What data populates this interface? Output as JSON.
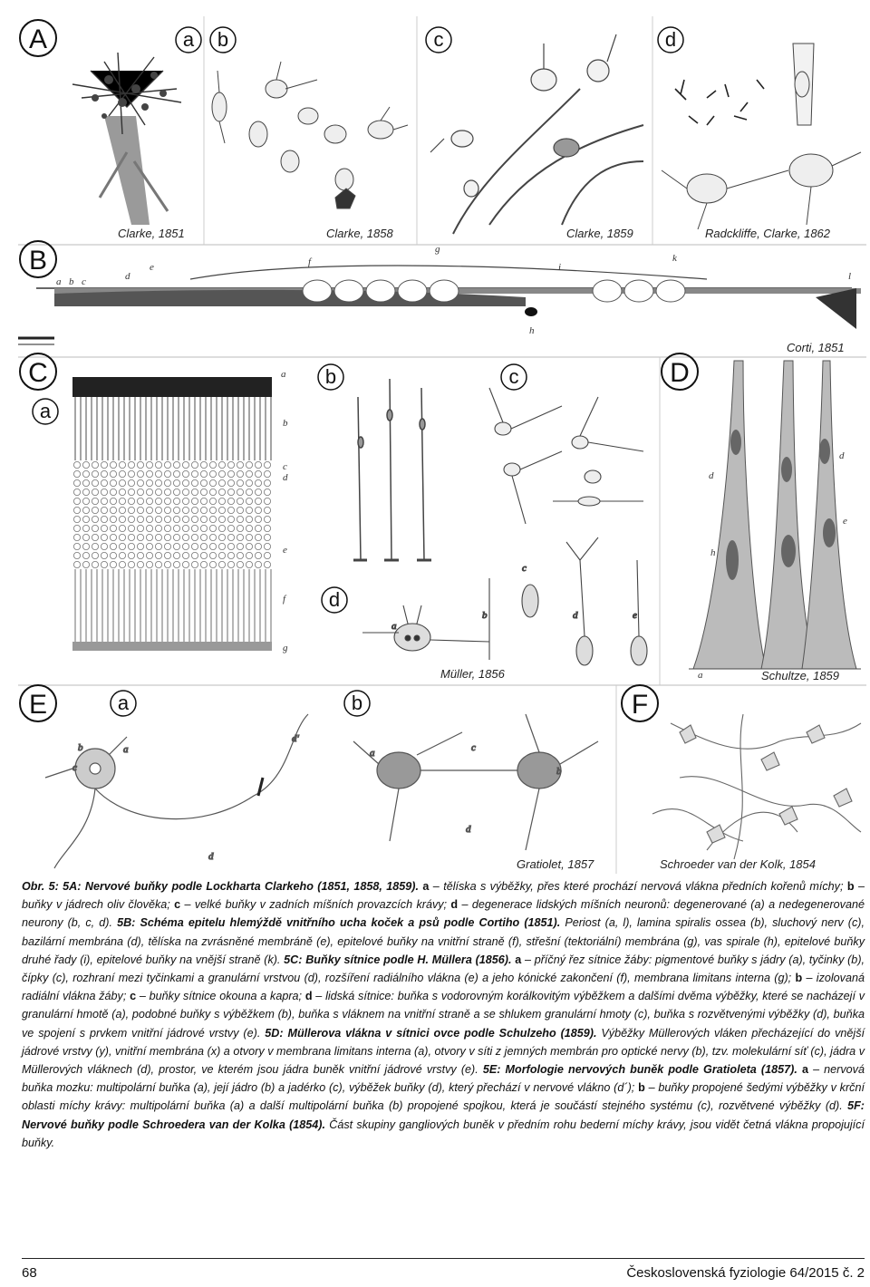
{
  "figure": {
    "panels": {
      "A": {
        "letter": "A",
        "sub": [
          "a",
          "b",
          "c",
          "d"
        ],
        "credits": [
          "Clarke, 1851",
          "Clarke, 1858",
          "Clarke, 1859",
          "Radckliffe, Clarke, 1862"
        ]
      },
      "B": {
        "letter": "B",
        "credit": "Corti, 1851",
        "labels": [
          "a",
          "b",
          "c",
          "d",
          "e",
          "f",
          "g",
          "i",
          "k",
          "l",
          "h"
        ]
      },
      "C": {
        "letter": "C",
        "sub": [
          "a",
          "b",
          "c",
          "d"
        ],
        "credit": "Müller, 1856",
        "labels": [
          "a",
          "b",
          "c",
          "d",
          "e",
          "f",
          "g"
        ]
      },
      "D": {
        "letter": "D",
        "credit": "Schultze, 1859"
      },
      "E": {
        "letter": "E",
        "sub": [
          "a",
          "b"
        ],
        "credit": "Gratiolet, 1857"
      },
      "F": {
        "letter": "F",
        "credit": "Schroeder van der Kolk, 1854"
      }
    }
  },
  "caption": {
    "s1": "Obr. 5: 5A: Nervové buňky podle Lockharta Clarkeho (1851, 1858, 1859).",
    "s2": " a ",
    "s3": "– tělíska s výběžky, přes které prochází nervová vlákna předních kořenů míchy;",
    "s4": " b ",
    "s5": "– buňky v jádrech oliv člověka;",
    "s6": " c ",
    "s7": "– velké buňky v zadních míšních provazcích krávy;",
    "s8": " d ",
    "s9": "– degenerace lidských míšních neuronů: degenerované (a) a nedegenerované neurony (b, c, d).",
    "s10": " 5B: Schéma epitelu hlemýždě vnitřního ucha koček a psů podle Cortiho (1851).",
    "s11": " Periost (a, l), lamina spiralis ossea (b), sluchový nerv (c), bazilární membrána (d), tělíska na zvrásněné membráně (e), epitelové buňky na vnitřní straně (f), střešní (tektoriální) membrána (g), vas spirale (h), epitelové buňky druhé řady (i), epitelové buňky na vnější straně (k).",
    "s12": " 5C: Buňky sítnice podle H. Müllera (1856).",
    "s13": " a ",
    "s14": "– příčný řez sítnice žáby: pigmentové buňky s jádry (a), tyčinky (b), čípky (c), rozhraní mezi tyčinkami a granulární vrstvou (d), rozšíření radiálního vlákna (e) a jeho kónické zakončení (f), membrana limitans interna (g);",
    "s15": " b ",
    "s16": "– izolovaná radiální vlákna žáby;",
    "s17": " c ",
    "s18": "– buňky sítnice okouna a kapra;",
    "s19": " d ",
    "s20": "– lidská sítnice: buňka s vodorovným korálkovitým výběžkem a dalšími dvěma výběžky, které se nacházejí v granulární hmotě (a), podobné buňky s výběžkem (b), buňka s vláknem na vnitřní straně a se shlukem granulární hmoty (c), buňka s rozvětvenými výběžky (d), buňka ve spojení s prvkem vnitřní jádrové vrstvy (e).",
    "s21": " 5D: Müllerova vlákna v sítnici ovce podle Schulzeho (1859).",
    "s22": " Výběžky Müllerových vláken přecházející do vnější jádrové vrstvy (y), vnitřní membrána (x) a otvory v membrana limitans interna (a), otvory v síti z jemných membrán pro optické nervy (b), tzv. molekulární síť (c), jádra v Müllerových vláknech (d), prostor, ve kterém jsou jádra buněk vnitřní jádrové vrstvy (e).",
    "s23": " 5E: Morfologie nervových buněk podle Gratioleta (1857).",
    "s24": " a ",
    "s25": "– nervová buňka mozku: multipolární buňka (a), její jádro (b) a jadérko (c), výběžek buňky (d), který přechází v nervové vlákno (d´);",
    "s26": " b ",
    "s27": "– buňky propojené šedými výběžky v krční oblasti míchy krávy: multipolární buňka (a) a další multipolární buňka (b) propojené spojkou, která je součástí stejného systému (c), rozvětvené výběžky (d).",
    "s28": " 5F: Nervové buňky podle Schroedera van der Kolka (1854).",
    "s29": " Část skupiny gangliových buněk v předním rohu bederní míchy krávy, jsou vidět četná vlákna propojující buňky."
  },
  "footer": {
    "page": "68",
    "journal": "Československá fyziologie 64/2015 č. 2"
  }
}
